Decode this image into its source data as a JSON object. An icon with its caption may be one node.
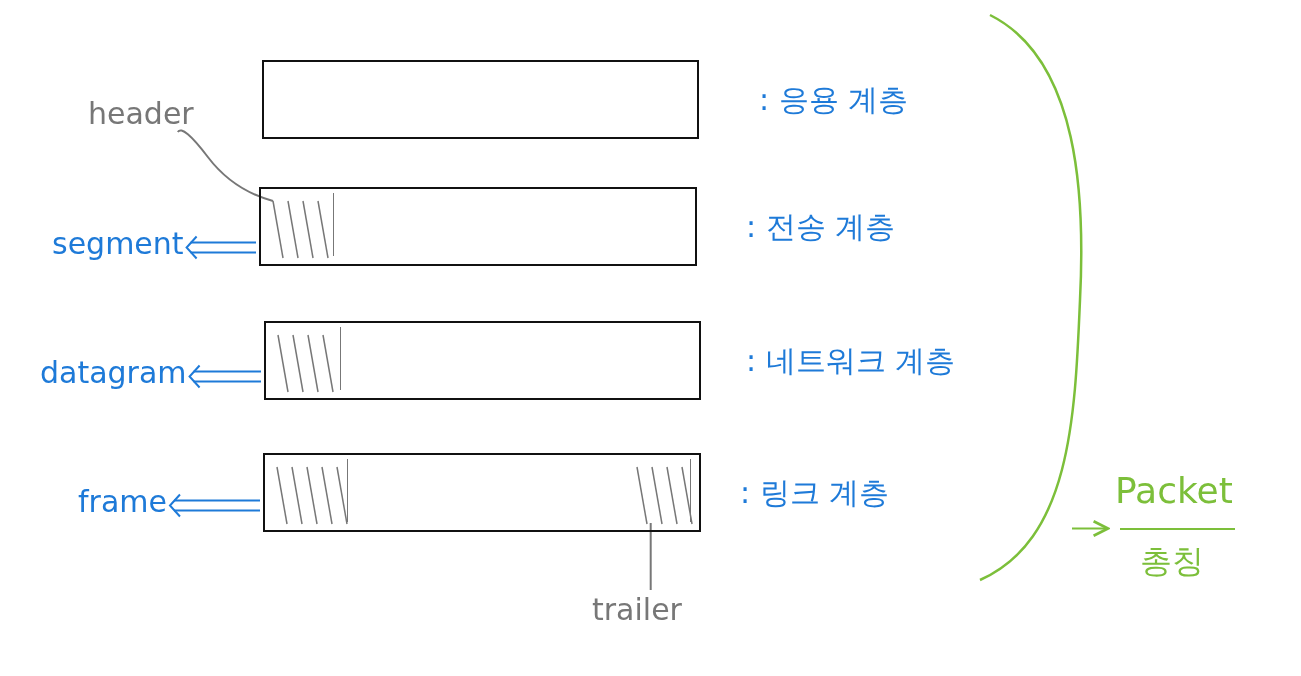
{
  "diagram": {
    "nodes": [
      {
        "text": [],
        "shape": "box",
        "beside": [
          ": 응용 계층"
        ]
      },
      {
        "text": [],
        "shape": "box",
        "beside": [
          ": 전송 계층"
        ]
      },
      {
        "text": [],
        "shape": "box",
        "in": 1
      },
      {
        "text": [
          "header"
        ]
      },
      {
        "text": [
          "segment"
        ]
      },
      {
        "text": [],
        "shape": "box",
        "beside": [
          ": 네트워크 계층"
        ]
      },
      {
        "text": [],
        "shape": "box",
        "in": 5
      },
      {
        "text": [
          "datagram"
        ]
      },
      {
        "text": [],
        "shape": "box",
        "beside": [
          ": 링크 계층"
        ]
      },
      {
        "text": [],
        "shape": "box",
        "in": 8
      },
      {
        "text": [],
        "shape": "box",
        "in": 8
      },
      {
        "text": [
          "frame"
        ]
      },
      {
        "text": [
          "trailer"
        ]
      },
      {
        "text": [
          "Packet",
          "총칭"
        ]
      }
    ],
    "edges": [
      {
        "from": 3,
        "to": 2,
        "arrow": "none",
        "color": "#777777"
      },
      {
        "from": 1,
        "to": 4,
        "arrow": "to"
      },
      {
        "from": 5,
        "to": 7,
        "arrow": "to"
      },
      {
        "from": 8,
        "to": 11,
        "arrow": "to"
      },
      {
        "from": 12,
        "to": 10,
        "arrow": "none",
        "color": "#777777"
      },
      {
        "from": null,
        "to": 13,
        "arrow": "to",
        "color": "#7cbf3a"
      }
    ]
  }
}
